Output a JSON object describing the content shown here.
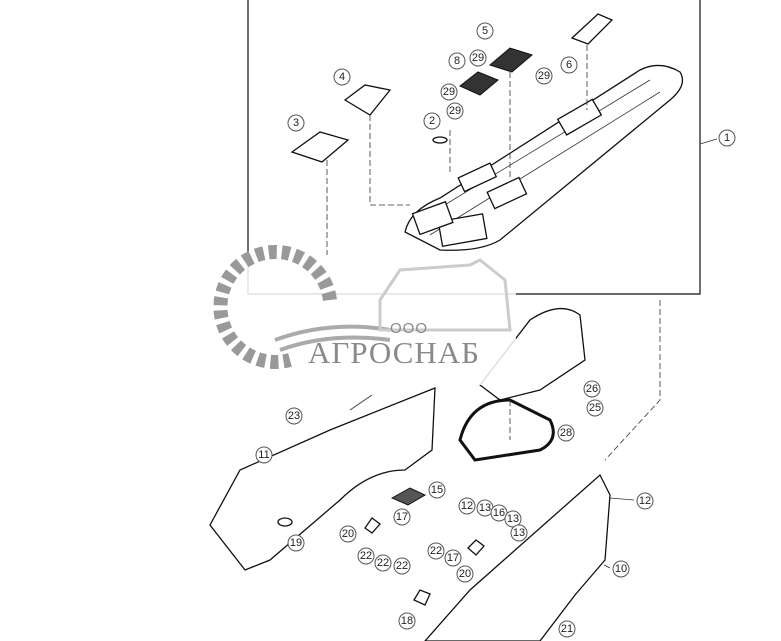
{
  "diagram": {
    "callouts": [
      "1",
      "2",
      "3",
      "4",
      "5",
      "6",
      "8",
      "29",
      "29",
      "29",
      "29",
      "26",
      "25",
      "28",
      "23",
      "11",
      "15",
      "17",
      "19",
      "20",
      "22",
      "22",
      "22",
      "12",
      "13",
      "16",
      "13",
      "13",
      "22",
      "17",
      "20",
      "12",
      "10",
      "18",
      "21"
    ]
  },
  "watermark": {
    "prefix": "ООО",
    "name": "АГРОСНАБ"
  }
}
